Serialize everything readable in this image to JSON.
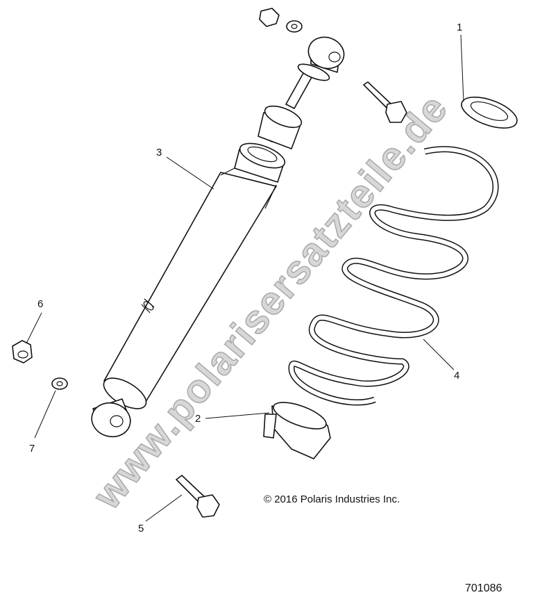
{
  "callouts": [
    "1",
    "2",
    "3",
    "4",
    "5",
    "6",
    "7"
  ],
  "copyright": "© 2016 Polaris Industries Inc.",
  "figure_number": "701086",
  "watermark": "www.polarisersatzteile.de"
}
